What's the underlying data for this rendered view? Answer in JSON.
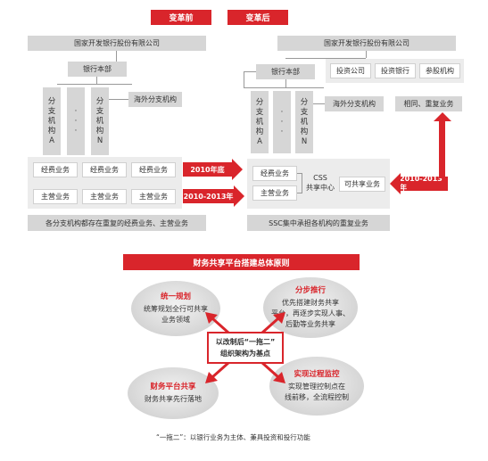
{
  "headers": {
    "before": "变革前",
    "after": "变革后"
  },
  "before": {
    "company": "国家开发银行股份有限公司",
    "hq": "银行本部",
    "branch_a": [
      "分",
      "支",
      "机",
      "构",
      "A"
    ],
    "branch_dots": [
      "·",
      "·",
      "·"
    ],
    "branch_n": [
      "分",
      "支",
      "机",
      "构",
      "N"
    ],
    "overseas": "海外分支机构",
    "expense_items": [
      "经费业务",
      "经费业务",
      "经费业务"
    ],
    "main_items": [
      "主营业务",
      "主营业务",
      "主营业务"
    ],
    "caption": "各分支机构都存在重复的经费业务、主营业务"
  },
  "arrows": {
    "year_2010": "2010年底",
    "year_2010_2013": "2010-2013年",
    "year_right": "2010-2013年"
  },
  "after": {
    "company": "国家开发银行股份有限公司",
    "hq": "银行本部",
    "subsidiaries": [
      "投资公司",
      "投资银行",
      "参股机构"
    ],
    "branch_a": [
      "分",
      "支",
      "机",
      "构",
      "A"
    ],
    "branch_dots": [
      "·",
      "·",
      "·"
    ],
    "branch_n": [
      "分",
      "支",
      "机",
      "构",
      "N"
    ],
    "overseas": "海外分支机构",
    "related": "相同、重复业务",
    "expense": "经费业务",
    "main": "主营业务",
    "css_line1": "CSS",
    "css_line2": "共享中心",
    "shareable": "可共享业务",
    "caption": "SSC集中承担各机构的重复业务"
  },
  "principles": {
    "title": "财务共享平台搭建总体原则",
    "c1": {
      "head": "统一规划",
      "l1": "统筹规划全行可共享",
      "l2": "业务领域"
    },
    "c2": {
      "head": "分步推行",
      "l1": "优先搭建财务共享",
      "l2": "平台，再逐步实现人事、",
      "l3": "后勤等业务共享"
    },
    "c3": {
      "head": "财务平台共享",
      "l1": "财务共享先行落地"
    },
    "c4": {
      "head": "实现过程监控",
      "l1": "实现管理控制点在",
      "l2": "线前移，全流程控制"
    },
    "center": {
      "l1": "以改制后“一拖二”",
      "l2": "组织架构为基点"
    }
  },
  "footnote": "“一拖二”：以银行业务为主体、兼具投资和投行功能"
}
